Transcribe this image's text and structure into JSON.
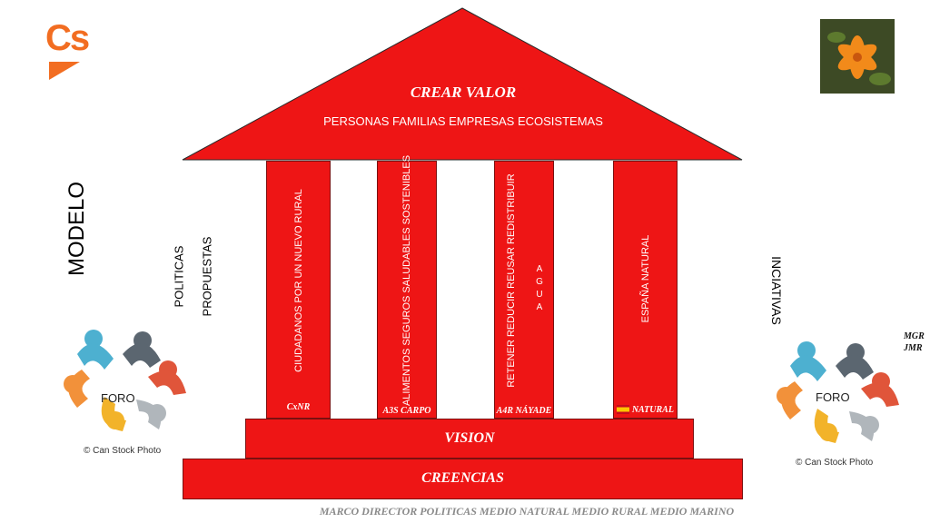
{
  "roof": {
    "title": "CREAR VALOR",
    "subtitle": "PERSONAS FAMILIAS EMPRESAS ECOSISTEMAS"
  },
  "pillars": [
    {
      "text": "CIUDADANOS POR UN NUEVO RURAL",
      "tag": "CxNR"
    },
    {
      "text": "ALIMENTOS SEGUROS SALUDABLES SOSTENIBLES",
      "tag": "A3S CARPO"
    },
    {
      "text": "RETENER REDUCIR REUSAR REDISTRIBUIR",
      "extra": "A G U A",
      "tag": "A4R NÁYADE"
    },
    {
      "text": "ESPAÑA NATURAL",
      "tag": "NATURAL"
    }
  ],
  "base": {
    "vision": "VISION",
    "creencias": "CREENCIAS"
  },
  "left": {
    "modelo": "MODELO",
    "politicas": "POLITICAS",
    "propuestas": "PROPUESTAS",
    "foro": "FORO",
    "credit": "© Can Stock Photo"
  },
  "right": {
    "iniciativas": "INCIATIVAS",
    "foro": "FORO",
    "credit": "© Can Stock Photo",
    "initials1": "MGR",
    "initials2": "JMR"
  },
  "footer": "MARCO DIRECTOR POLITICAS MEDIO NATURAL MEDIO RURAL MEDIO MARINO",
  "logo": {
    "text": "Cs",
    "color": "#f26d21"
  },
  "colors": {
    "temple": "#ee1515",
    "flower": "#f28a1a"
  }
}
